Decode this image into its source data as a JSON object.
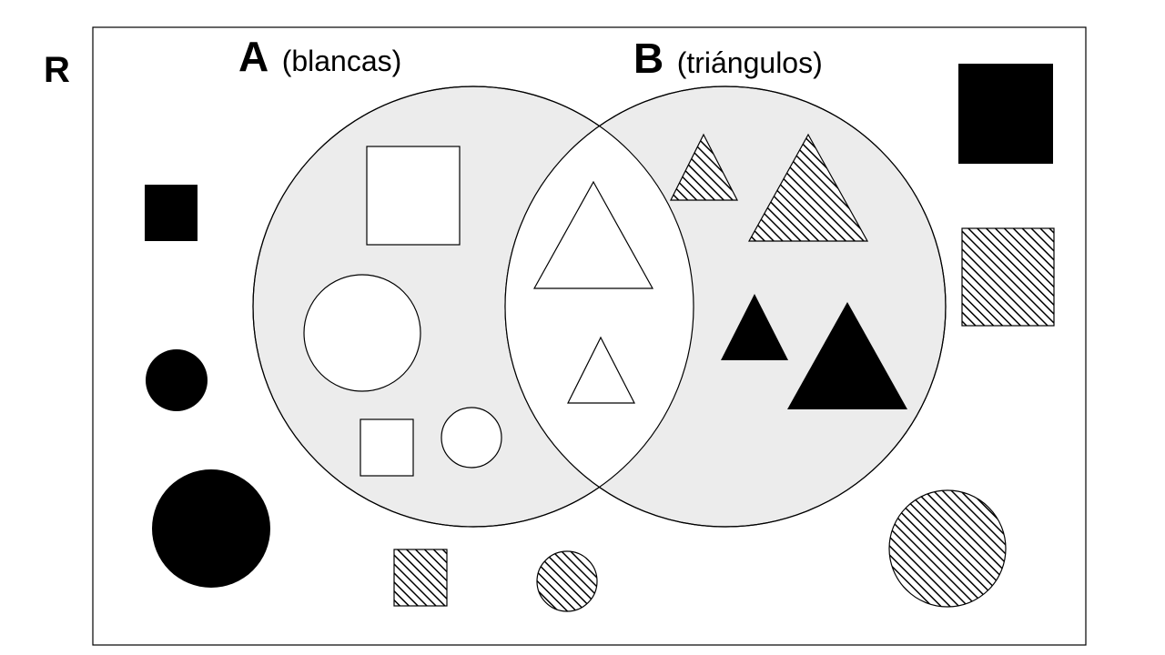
{
  "universe": {
    "label": "R"
  },
  "sets": [
    {
      "id": "A",
      "letter": "A",
      "description": "(blancas)"
    },
    {
      "id": "B",
      "letter": "B",
      "description": "(triángulos)"
    }
  ],
  "colors": {
    "black": "#000000",
    "white": "#ffffff",
    "set_fill": "#ececec",
    "hatch": "#000000"
  },
  "elements": [
    {
      "shape": "square",
      "fill": "white",
      "region": "A only"
    },
    {
      "shape": "circle",
      "fill": "white",
      "region": "A only"
    },
    {
      "shape": "square",
      "fill": "white",
      "region": "A only"
    },
    {
      "shape": "circle",
      "fill": "white",
      "region": "A only"
    },
    {
      "shape": "triangle",
      "fill": "white",
      "region": "A and B"
    },
    {
      "shape": "triangle",
      "fill": "white",
      "region": "A and B"
    },
    {
      "shape": "triangle",
      "fill": "hatched",
      "region": "B only"
    },
    {
      "shape": "triangle",
      "fill": "hatched",
      "region": "B only"
    },
    {
      "shape": "triangle",
      "fill": "black",
      "region": "B only"
    },
    {
      "shape": "triangle",
      "fill": "black",
      "region": "B only"
    },
    {
      "shape": "square",
      "fill": "black",
      "region": "outside"
    },
    {
      "shape": "circle",
      "fill": "black",
      "region": "outside"
    },
    {
      "shape": "circle",
      "fill": "black",
      "region": "outside"
    },
    {
      "shape": "square",
      "fill": "hatched",
      "region": "outside"
    },
    {
      "shape": "circle",
      "fill": "hatched",
      "region": "outside"
    },
    {
      "shape": "square",
      "fill": "black",
      "region": "outside"
    },
    {
      "shape": "square",
      "fill": "hatched",
      "region": "outside"
    },
    {
      "shape": "circle",
      "fill": "hatched",
      "region": "outside"
    }
  ]
}
